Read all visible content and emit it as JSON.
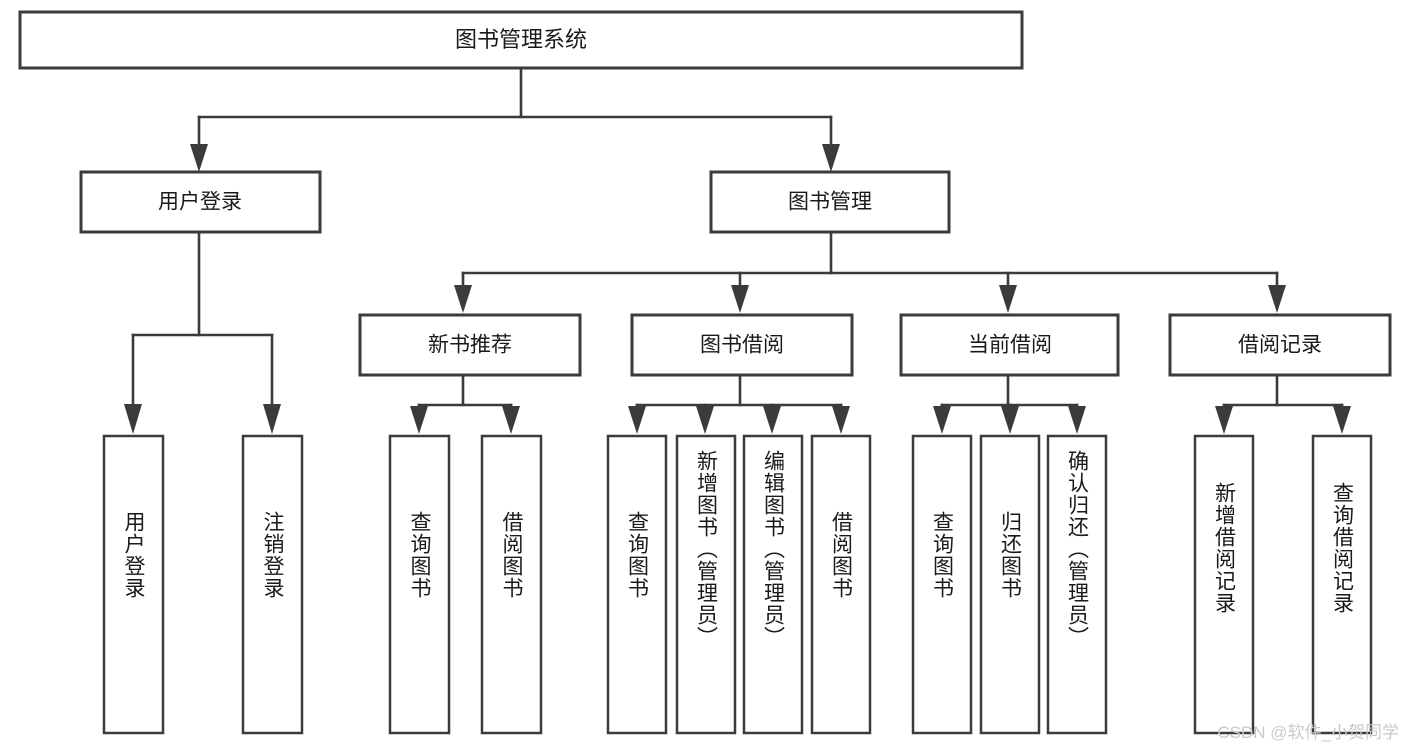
{
  "diagram": {
    "type": "tree-hierarchy-chart",
    "title": "图书管理系统",
    "orientation": "top-down",
    "colors": {
      "box_fill": "#ffffff",
      "box_stroke": "#3b3b3b",
      "text": "#1a1a1a",
      "background": "#ffffff",
      "watermark": "#c9c9c9"
    },
    "root": {
      "label": "图书管理系统"
    },
    "level2": [
      {
        "id": "user-login",
        "label": "用户登录"
      },
      {
        "id": "book-management",
        "label": "图书管理"
      }
    ],
    "level3": [
      {
        "id": "new-book-recommend",
        "label": "新书推荐",
        "parent": "book-management"
      },
      {
        "id": "book-borrow",
        "label": "图书借阅",
        "parent": "book-management"
      },
      {
        "id": "current-borrow",
        "label": "当前借阅",
        "parent": "book-management"
      },
      {
        "id": "borrow-record",
        "label": "借阅记录",
        "parent": "book-management"
      }
    ],
    "leaves": [
      {
        "id": "leaf-user-login",
        "label": "用户登录",
        "parent": "user-login"
      },
      {
        "id": "leaf-logout-login",
        "label": "注销登录",
        "parent": "user-login"
      },
      {
        "id": "leaf-query-book-1",
        "label": "查询图书",
        "parent": "new-book-recommend"
      },
      {
        "id": "leaf-borrow-book-1",
        "label": "借阅图书",
        "parent": "new-book-recommend"
      },
      {
        "id": "leaf-query-book-2",
        "label": "查询图书",
        "parent": "book-borrow"
      },
      {
        "id": "leaf-add-book",
        "label": "新增图书（管理员）",
        "parent": "book-borrow"
      },
      {
        "id": "leaf-edit-book",
        "label": "编辑图书（管理员）",
        "parent": "book-borrow"
      },
      {
        "id": "leaf-borrow-book-2",
        "label": "借阅图书",
        "parent": "book-borrow"
      },
      {
        "id": "leaf-query-book-3",
        "label": "查询图书",
        "parent": "current-borrow"
      },
      {
        "id": "leaf-return-book",
        "label": "归还图书",
        "parent": "current-borrow"
      },
      {
        "id": "leaf-confirm-return",
        "label": "确认归还（管理员）",
        "parent": "current-borrow"
      },
      {
        "id": "leaf-add-record",
        "label": "新增借阅记录",
        "parent": "borrow-record"
      },
      {
        "id": "leaf-query-record",
        "label": "查询借阅记录",
        "parent": "borrow-record"
      }
    ]
  },
  "watermark": {
    "text": "CSDN @软件_小贺同学"
  }
}
